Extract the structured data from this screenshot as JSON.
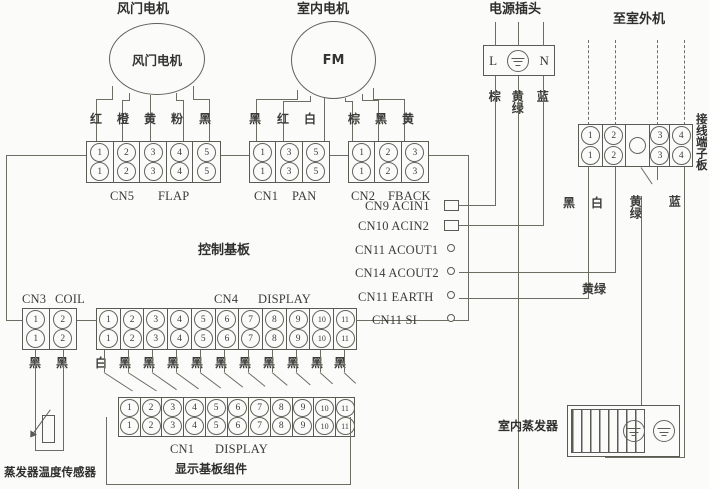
{
  "diagram": {
    "title_damper_motor": "风门电机",
    "title_indoor_motor": "室内电机",
    "title_power_plug": "电源插头",
    "title_to_outdoor": "至室外机",
    "label_terminal_board": "接线端子板",
    "label_control_board": "控制基板",
    "label_evaporator": "室内蒸发器",
    "label_temp_sensor": "蒸发器温度传感器",
    "label_display_assembly": "显示基板组件",
    "motor_damper_inner": "风门电机",
    "motor_indoor_inner": "FM"
  },
  "connectors": {
    "cn5": {
      "code": "CN5",
      "name": "FLAP",
      "pins": [
        "1",
        "2",
        "3",
        "4",
        "5"
      ],
      "wires": [
        "红",
        "橙",
        "黄",
        "粉",
        "黑"
      ]
    },
    "cn1_pan": {
      "code": "CN1",
      "name": "PAN",
      "pins": [
        "1",
        "3",
        "5"
      ],
      "wires": [
        "黑",
        "红",
        "白"
      ]
    },
    "cn2": {
      "code": "CN2",
      "name": "FBACK",
      "pins": [
        "1",
        "2",
        "3"
      ],
      "wires": [
        "棕",
        "黑",
        "黄"
      ]
    },
    "cn3": {
      "code": "CN3",
      "name": "COIL",
      "pins": [
        "1",
        "2"
      ],
      "wires": [
        "黑",
        "黑"
      ]
    },
    "cn4": {
      "code": "CN4",
      "name": "DISPLAY",
      "pins": [
        "1",
        "2",
        "3",
        "4",
        "5",
        "6",
        "7",
        "8",
        "9",
        "10",
        "11"
      ],
      "wires": [
        "白",
        "黑",
        "黑",
        "黑",
        "黑",
        "黑",
        "黑",
        "黑",
        "黑",
        "黑",
        "黑"
      ]
    },
    "cn1_display": {
      "code": "CN1",
      "name": "DISPLAY",
      "pins": [
        "1",
        "2",
        "3",
        "4",
        "5",
        "6",
        "7",
        "8",
        "9",
        "10",
        "11"
      ]
    },
    "terminal_board": {
      "pins": [
        "1",
        "2",
        "3",
        "4"
      ],
      "wires": [
        "黑",
        "白",
        "黄绿",
        "蓝"
      ]
    }
  },
  "terminals": [
    {
      "code": "CN9",
      "name": "ACIN1",
      "type": "square"
    },
    {
      "code": "CN10",
      "name": "ACIN2",
      "type": "square"
    },
    {
      "code": "CN11",
      "name": "ACOUT1",
      "type": "circle"
    },
    {
      "code": "CN14",
      "name": "ACOUT2",
      "type": "circle"
    },
    {
      "code": "CN11",
      "name": "EARTH",
      "type": "circle"
    },
    {
      "code": "CN11",
      "name": "SI",
      "type": "circle"
    }
  ],
  "plug": {
    "live": "L",
    "neutral": "N",
    "wires": [
      "棕",
      "黄绿",
      "蓝"
    ]
  },
  "misc_wire_labels": {
    "earth_bottom": "黄绿"
  },
  "colors": {
    "line": "#6d6e63",
    "text": "#3b3b38",
    "background": "#fbfbfa"
  }
}
